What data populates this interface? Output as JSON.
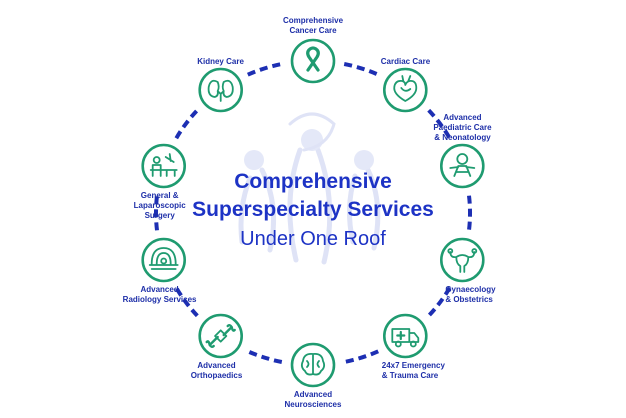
{
  "title": {
    "line1": "Comprehensive",
    "line2": "Superspecialty Services",
    "line3": "Under One Roof"
  },
  "colors": {
    "icon_green": "#1f9b70",
    "ring_blue": "#1d2fb3",
    "text_blue": "#1e2fa8",
    "watermark": "#dfe3f6"
  },
  "services": [
    {
      "icon": "ribbon-icon",
      "lines": [
        "Comprehensive",
        "Cancer Care"
      ]
    },
    {
      "icon": "heart-icon",
      "lines": [
        "Cardiac Care"
      ]
    },
    {
      "icon": "baby-icon",
      "lines": [
        "Advanced",
        "Paediatric Care",
        "& Neonatology"
      ]
    },
    {
      "icon": "uterus-icon",
      "lines": [
        "Gynaecology",
        "& Obstetrics"
      ]
    },
    {
      "icon": "ambulance-icon",
      "lines": [
        "24x7 Emergency",
        "& Trauma Care"
      ]
    },
    {
      "icon": "brain-icon",
      "lines": [
        "Advanced",
        "Neurosciences"
      ]
    },
    {
      "icon": "bone-joint-icon",
      "lines": [
        "Advanced",
        "Orthopaedics"
      ]
    },
    {
      "icon": "scanner-icon",
      "lines": [
        "Advanced",
        "Radiology Services"
      ]
    },
    {
      "icon": "surgery-icon",
      "lines": [
        "General &",
        "Laparoscopic",
        "Surgery"
      ]
    },
    {
      "icon": "kidney-icon",
      "lines": [
        "Kidney Care"
      ]
    }
  ]
}
